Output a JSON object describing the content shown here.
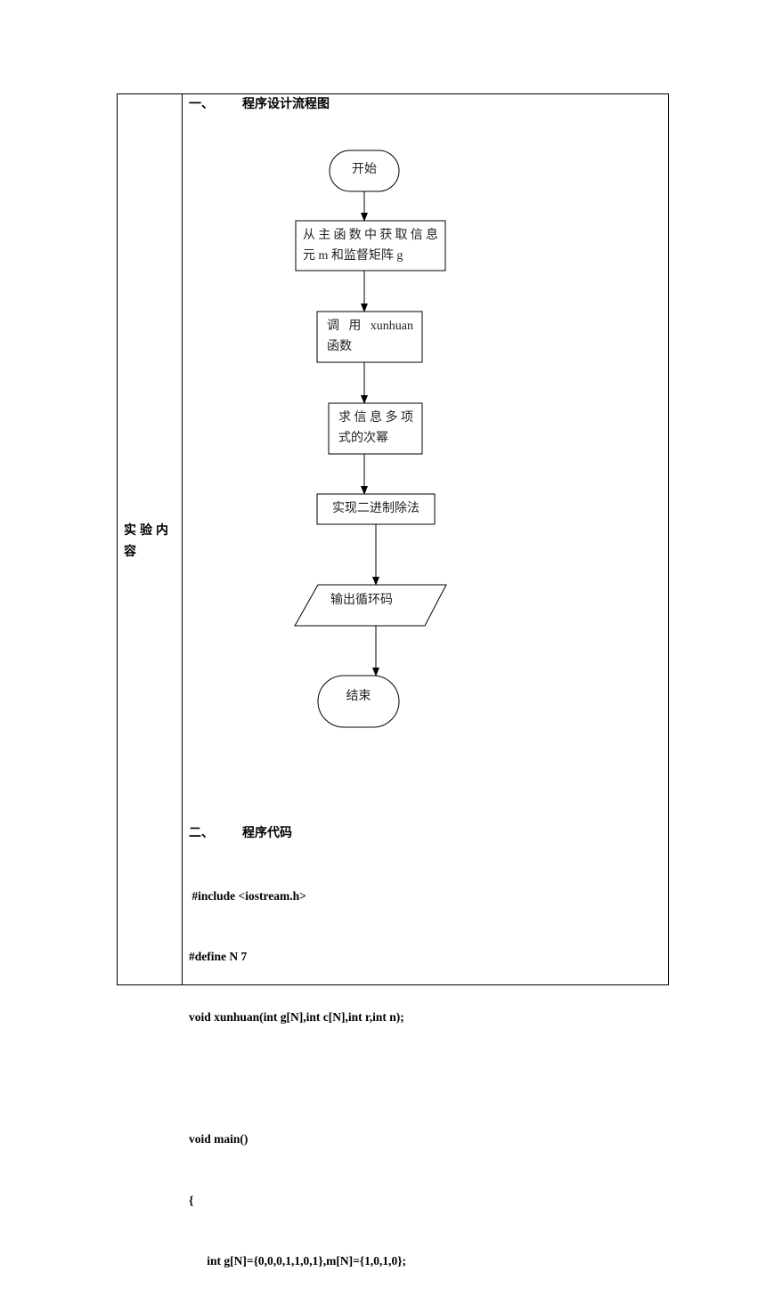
{
  "left_label": "实验内容",
  "section1": {
    "number": "一、",
    "title": "程序设计流程图"
  },
  "flowchart": {
    "start": "开始",
    "step1_line1": "从主函数中获取信息",
    "step1_line2": "元 m 和监督矩阵 g",
    "step2_line1": "调 用 xunhuan",
    "step2_line2": "函数",
    "step3_line1": "求信息多项",
    "step3_line2": "式的次幂",
    "step4": "实现二进制除法",
    "output": "输出循环码",
    "end": "结束"
  },
  "section2": {
    "number": "二、",
    "title": "程序代码"
  },
  "code_lines": [
    " #include <iostream.h>",
    "#define N 7",
    "void xunhuan(int g[N],int c[N],int r,int n);",
    "",
    "void main()",
    "{",
    "      int g[N]={0,0,0,1,1,0,1},m[N]={1,0,1,0};"
  ]
}
